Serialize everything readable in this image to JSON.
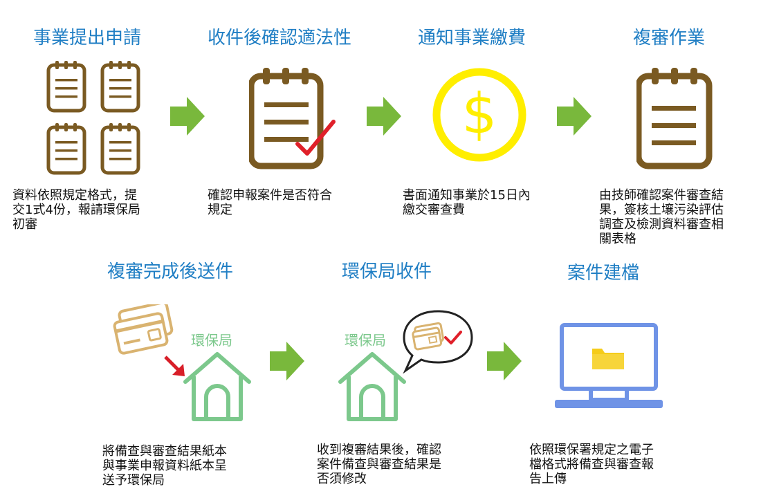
{
  "steps": [
    {
      "title": "事業提出申請",
      "desc": "資料依照規定格式，提\n交1式4份，報請環保局\n初審"
    },
    {
      "title": "收件後確認適法性",
      "desc": "確認申報案件是否符合\n規定"
    },
    {
      "title": "通知事業繳費",
      "desc": "書面通知事業於15日內\n繳交審查費"
    },
    {
      "title": "複審作業",
      "desc": "由技師確認案件審查結\n果，簽核土壤污染評估\n調查及檢測資料審查相\n關表格"
    },
    {
      "title": "複審完成後送件",
      "desc": "將備查與審查結果紙本\n與事業申報資料紙本呈\n送予環保局",
      "office_label": "環保局"
    },
    {
      "title": "環保局收件",
      "desc": "收到複審結果後，確認\n案件備查與審查結果是\n否須修改",
      "office_label": "環保局"
    },
    {
      "title": "案件建檔",
      "desc": "依照環保署規定之電子\n檔格式將備查與審查報\n告上傳"
    }
  ],
  "colors": {
    "title": "#1f7ec4",
    "notebook": "#7a5a22",
    "check": "#e0202a",
    "coin": "#ffee00",
    "arrow": "#79b83c",
    "house": "#7cc88c",
    "card": "#d9b370",
    "monitor": "#6f93e6",
    "folder": "#f5cc1a"
  },
  "icons": [
    "notebook-icon",
    "check-icon",
    "dollar-coin-icon",
    "arrow-right-icon",
    "card-icon",
    "house-icon",
    "speech-bubble-icon",
    "computer-monitor-icon",
    "folder-icon"
  ]
}
